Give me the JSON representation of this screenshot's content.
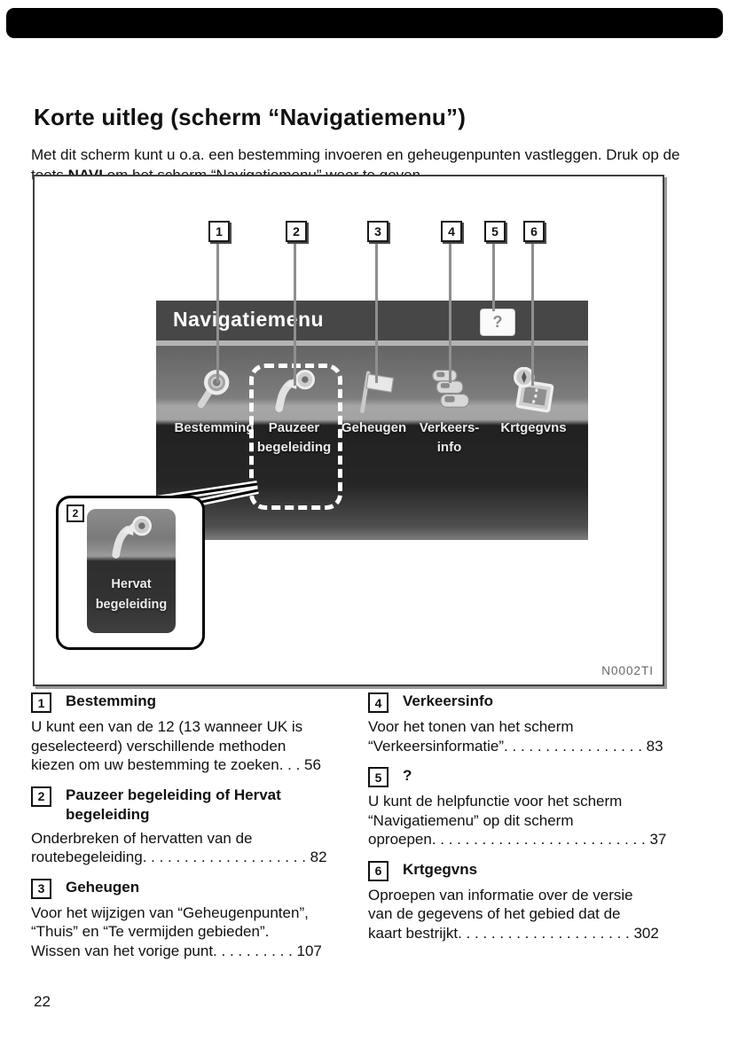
{
  "title": "Korte uitleg (scherm “Navigatiemenu”)",
  "intro": {
    "part1": "Met dit scherm kunt u o.a. een bestemming invoeren en geheugenpunten vastleggen. Druk op de toets ",
    "bold": "NAVI",
    "part2": " om het scherm “Navigatiemenu” weer te geven."
  },
  "figure": {
    "callouts": [
      "1",
      "2",
      "3",
      "4",
      "5",
      "6"
    ],
    "screen": {
      "title": "Navigatiemenu",
      "help_button": "?",
      "items": [
        {
          "label1": "Bestemming",
          "label2": "",
          "icon": "magnifier-icon"
        },
        {
          "label1": "Pauzeer",
          "label2": "begeleiding",
          "icon": "route-guidance-icon"
        },
        {
          "label1": "Geheugen",
          "label2": "",
          "icon": "flag-icon"
        },
        {
          "label1": "Verkeers-",
          "label2": "info",
          "icon": "traffic-icon"
        },
        {
          "label1": "Krtgegvns",
          "label2": "",
          "icon": "map-compass-icon"
        }
      ]
    },
    "inset": {
      "callout": "2",
      "label1": "Hervat",
      "label2": "begeleiding",
      "icon": "route-guidance-icon"
    },
    "figure_id": "N0002TI"
  },
  "sections": {
    "left": [
      {
        "num": "1",
        "title": "Bestemming",
        "title2": "",
        "body": [
          "U kunt een van de 12 (13 wanneer UK is",
          "geselecteerd) verschillende methoden",
          "kiezen om uw bestemming te zoeken.  . . 56"
        ]
      },
      {
        "num": "2",
        "title": "Pauzeer begeleiding of Hervat",
        "title2": "begeleiding",
        "body": [
          "Onderbreken of hervatten van de",
          "routebegeleiding. . . . . . . . . . . . . . . . . . . . 82"
        ]
      },
      {
        "num": "3",
        "title": "Geheugen",
        "title2": "",
        "body": [
          "Voor het wijzigen van “Geheugenpunten”,",
          "“Thuis” en “Te vermijden gebieden”.",
          "Wissen van het vorige punt. . . . . . . . . .  107"
        ]
      }
    ],
    "right": [
      {
        "num": "4",
        "title": "Verkeersinfo",
        "title2": "",
        "body": [
          "Voor het tonen van het scherm",
          "“Verkeersinformatie”. . . . . . . . . . . . . . . . . 83"
        ]
      },
      {
        "num": "5",
        "title": "?",
        "title2": "",
        "body": [
          "U kunt de helpfunctie voor het scherm",
          "“Navigatiemenu” op dit scherm",
          "oproepen.  . . . . . . . . . . . . . . . . . . . . . . . . . 37"
        ]
      },
      {
        "num": "6",
        "title": "Krtgegvns",
        "title2": "",
        "body": [
          "Oproepen van informatie over de versie",
          "van de gegevens of het gebied dat de",
          "kaart bestrijkt. . . . . . . . . . . . . . . . . . . . .  302"
        ]
      }
    ]
  },
  "page": {
    "number": "22"
  },
  "colors": {
    "screen_titlebar": "#474747",
    "screen_divider": "#b3b3b3",
    "leader_line": "#8f8f8f",
    "figure_shadow": "#9a9a9a",
    "top_bar": "#000000"
  }
}
